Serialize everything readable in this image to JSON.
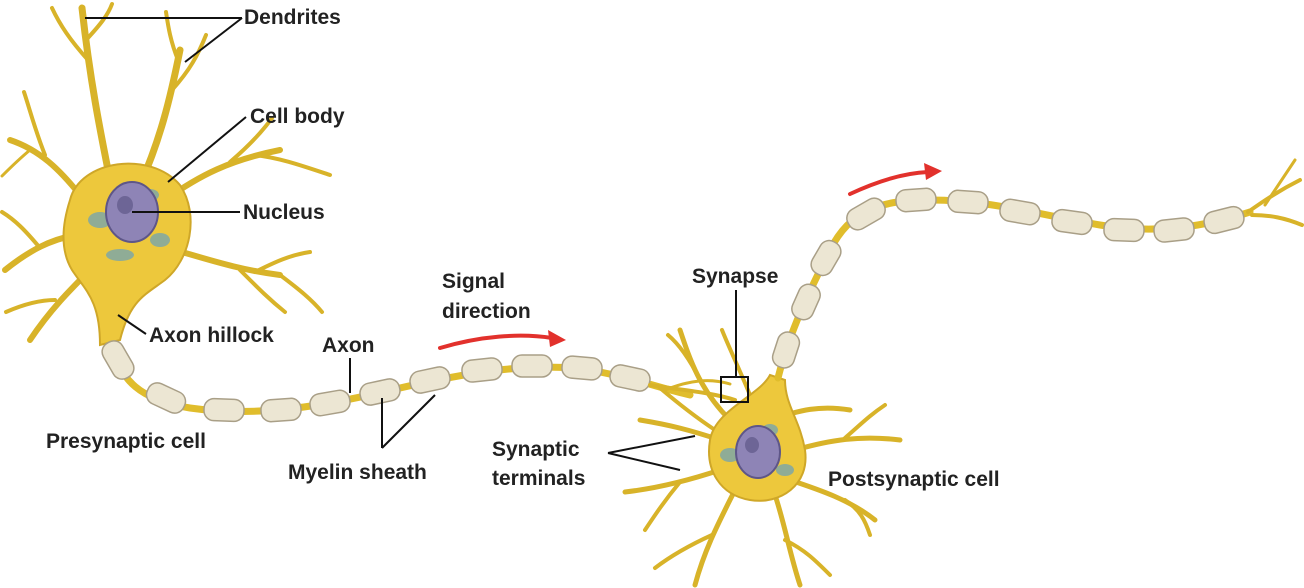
{
  "labels": {
    "dendrites": "Dendrites",
    "cell_body": "Cell body",
    "nucleus": "Nucleus",
    "axon_hillock": "Axon hillock",
    "axon": "Axon",
    "signal_direction_line1": "Signal",
    "signal_direction_line2": "direction",
    "presynaptic_cell": "Presynaptic cell",
    "myelin_sheath": "Myelin sheath",
    "synapse": "Synapse",
    "synaptic_terminals_line1": "Synaptic",
    "synaptic_terminals_line2": "terminals",
    "postsynaptic_cell": "Postsynaptic cell"
  },
  "colors": {
    "cell_yellow": "#edc83c",
    "myelin": "#ece6d3",
    "nucleus": "#8e84b6",
    "signal_arrow": "#e2312c",
    "label_text": "#222222"
  }
}
